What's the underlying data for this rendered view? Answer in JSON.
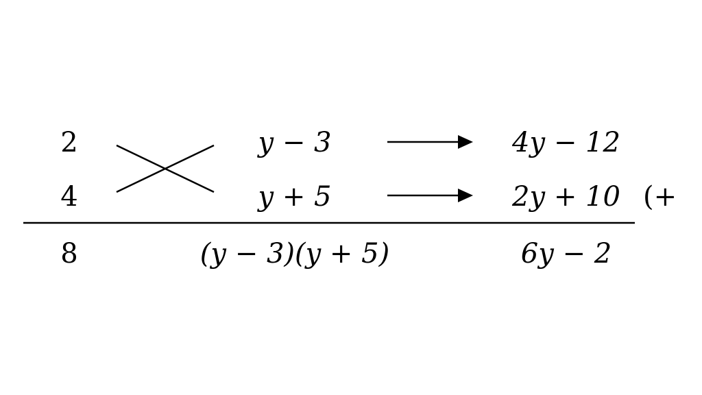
{
  "rows": [
    {
      "multiplier": "2",
      "factor": "y − 3",
      "product": "4y − 12"
    },
    {
      "multiplier": "4",
      "factor": "y + 5",
      "product": "2y + 10",
      "annotation": "(+"
    }
  ],
  "result": {
    "multiplier": "8",
    "factor": "(y − 3)(y + 5)",
    "product": "6y − 2"
  },
  "colors": {
    "ink": "#000000",
    "background": "#ffffff"
  }
}
